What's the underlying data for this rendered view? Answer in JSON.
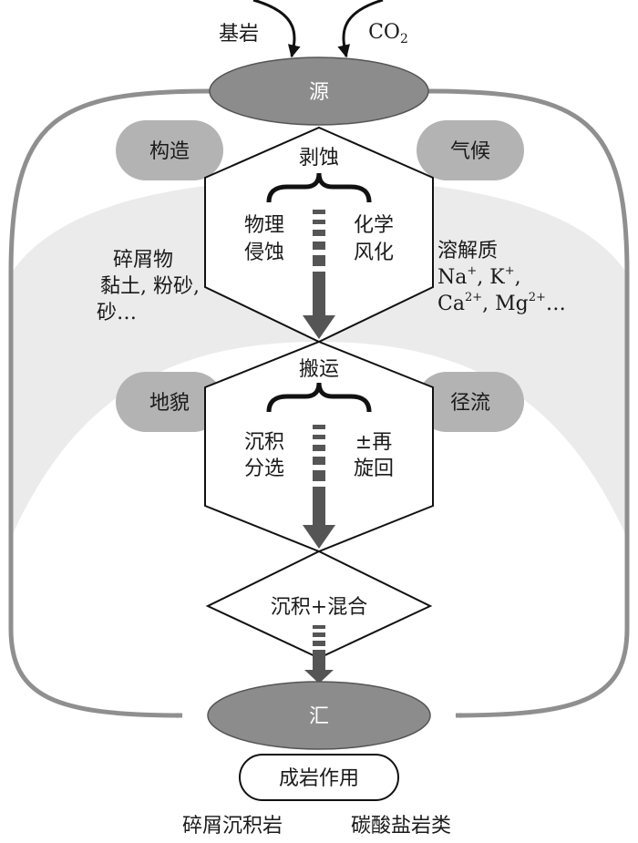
{
  "top": {
    "bedrock": "基岩",
    "co2": "CO",
    "co2_sub": "2"
  },
  "source": "源",
  "sink": "汇",
  "factors": {
    "tectonics": "构造",
    "climate": "气候",
    "landform": "地貌",
    "runoff": "径流"
  },
  "erosion": {
    "title": "剥蚀",
    "physical_line1": "物理",
    "physical_line2": "侵蚀",
    "chemical_line1": "化学",
    "chemical_line2": "风化"
  },
  "transport": {
    "title": "搬运",
    "left_line1": "沉积",
    "left_line2": "分选",
    "right_line1": "±再",
    "right_line2": "旋回"
  },
  "deposition": "沉积+混合",
  "detritus": {
    "line1": "碎屑物",
    "line2": "黏土, 粉砂,",
    "line3": "砂…"
  },
  "solutes": {
    "title": "溶解质",
    "na": "Na",
    "na_charge": "+",
    "sep1": ", ",
    "k": "K",
    "k_charge": "+",
    "sep2": ",",
    "ca": "Ca",
    "ca_charge": "2+",
    "sep3": ", ",
    "mg": "Mg",
    "mg_charge": "2+",
    "tail": "…"
  },
  "diagenesis": "成岩作用",
  "products": {
    "clastic": "碎屑沉积岩",
    "carbonate": "碳酸盐岩类"
  },
  "colors": {
    "gray_fill": "#8c8c8c",
    "pill_fill": "#b3b3b3",
    "arrow_gray": "#8f8f8f",
    "dark_arrow": "#555555",
    "shade": "#ebebeb"
  }
}
